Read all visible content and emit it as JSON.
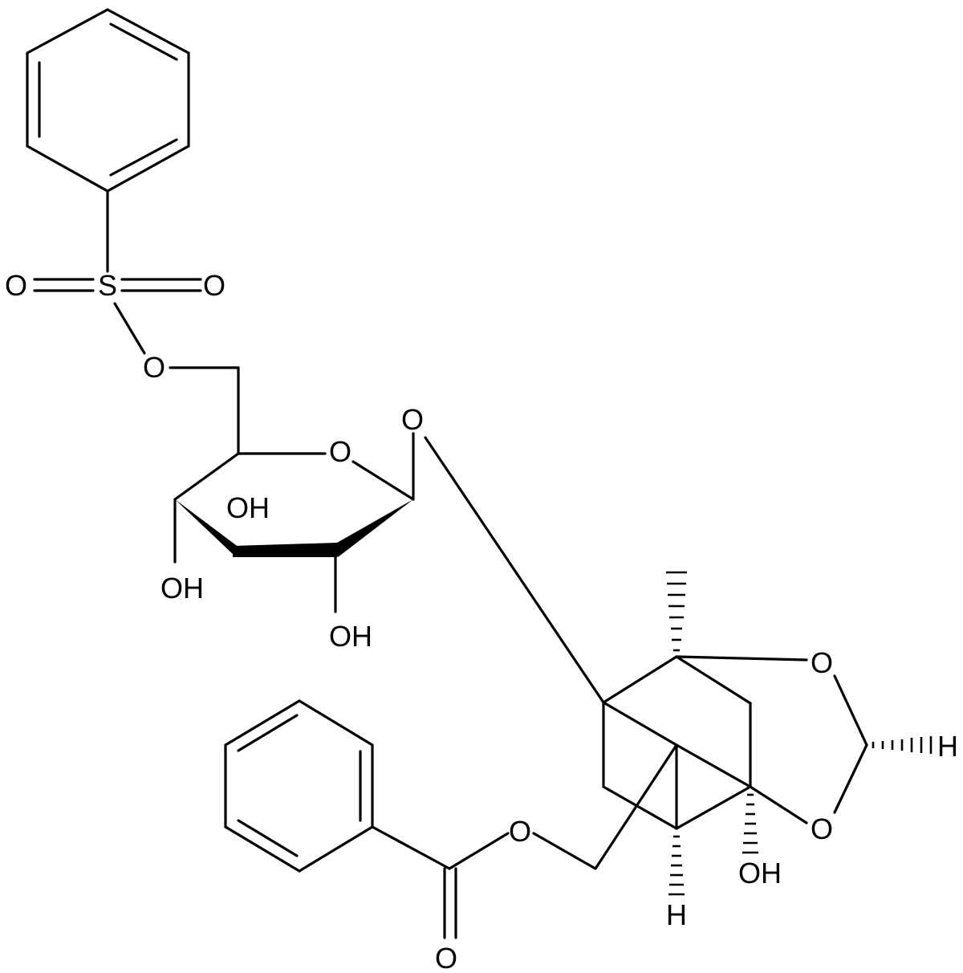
{
  "labels": {
    "sulfonyl_o_left": "O",
    "sulfur": "S",
    "sulfonyl_o_right": "O",
    "ester_o_sulfonate": "O",
    "ring_oxygen": "O",
    "glycosidic_o": "O",
    "oh_c4": "OH",
    "oh_c3": "OH",
    "oh_c2": "OH",
    "cage_o_upper": "O",
    "cage_o_lower": "O",
    "h_right": "H",
    "oh_cage": "OH",
    "h_bottom": "H",
    "ester_o_benzoate": "O",
    "carbonyl_o": "O"
  }
}
